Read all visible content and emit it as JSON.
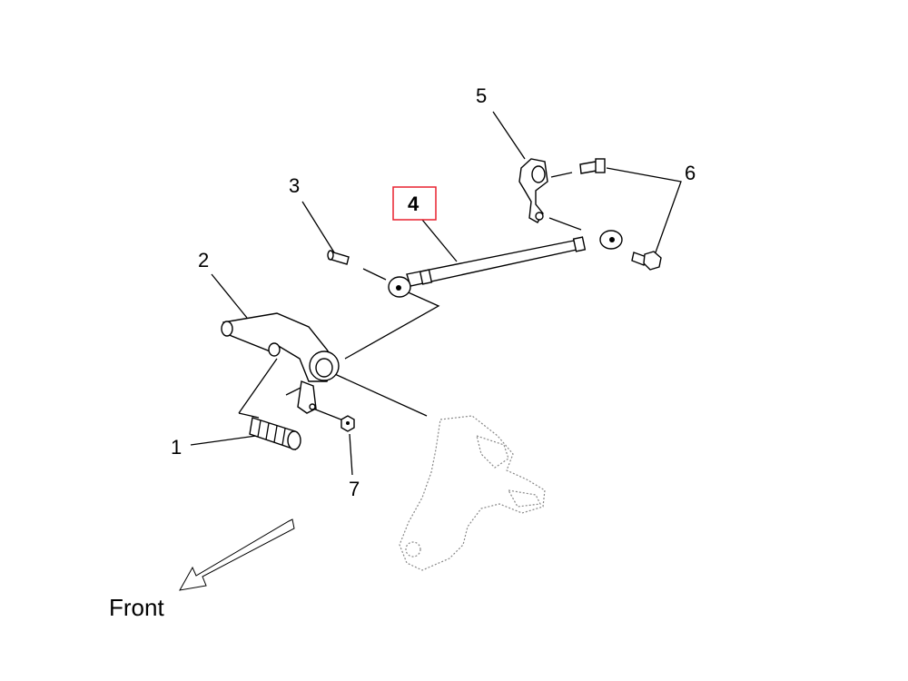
{
  "callouts": {
    "c1": "1",
    "c2": "2",
    "c3": "3",
    "c4": "4",
    "c5": "5",
    "c6": "6",
    "c7": "7"
  },
  "highlighted_callout": "4",
  "highlight_color": "#e8202e",
  "direction_label": "Front"
}
